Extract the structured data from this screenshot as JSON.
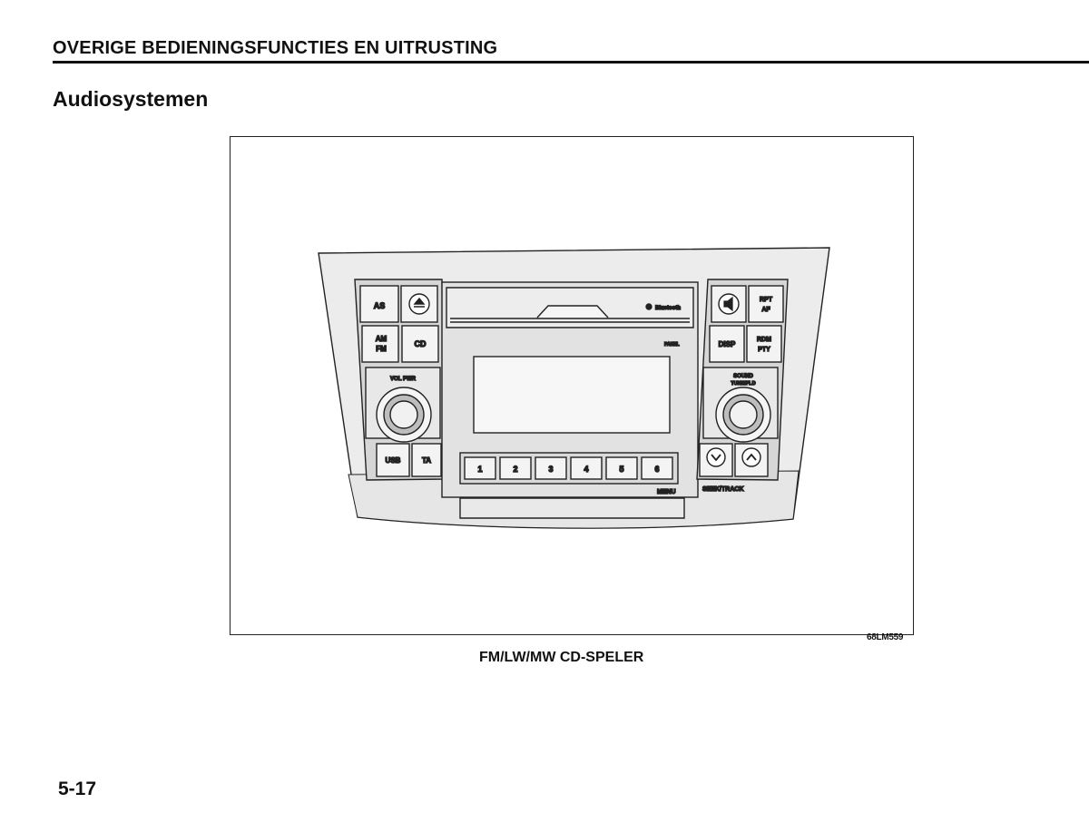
{
  "header": {
    "section": "OVERIGE BEDIENINGSFUNCTIES EN UITRUSTING",
    "title": "Audiosystemen"
  },
  "figure": {
    "code": "68LM559",
    "caption": "FM/LW/MW CD-SPELER",
    "radio": {
      "left_buttons": {
        "as": "AS",
        "am": "AM",
        "fm": "FM",
        "cd": "CD",
        "vol_pwr": "VOL PWR",
        "usb": "USB",
        "ta": "TA"
      },
      "right_buttons": {
        "rpt": "RPT",
        "af": "AF",
        "disp": "DISP",
        "rdm": "RDM",
        "pty": "PTY",
        "sound": "SOUND",
        "tune_fld": "TUNE/FLD",
        "seek_track": "SEEK/TRACK"
      },
      "center": {
        "bluetooth": "Bluetooth",
        "panel_label": "PANEL",
        "menu": "MENU"
      },
      "presets": [
        "1",
        "2",
        "3",
        "4",
        "5",
        "6"
      ]
    }
  },
  "footer": {
    "page_number": "5-17"
  }
}
